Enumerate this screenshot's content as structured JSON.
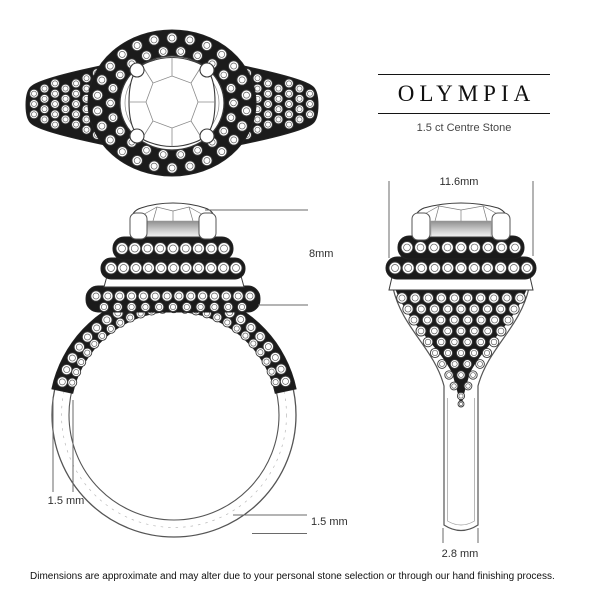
{
  "header": {
    "title": "OLYMPIA",
    "subtitle": "1.5 ct Centre Stone"
  },
  "dimensions": {
    "head_width": "11.6mm",
    "head_height": "8mm",
    "band_width_side": "1.5 mm",
    "band_thickness_bottom": "1.5 mm",
    "shank_width": "2.8 mm"
  },
  "footer": {
    "disclaimer": "Dimensions are approximate and may alter due to your personal stone selection or through our hand finishing process."
  },
  "colors": {
    "ink": "#3a3a3a",
    "pave": "#1b1b1b",
    "leader": "#6a6a6a",
    "text": "#2f2f2f",
    "background": "#ffffff"
  }
}
